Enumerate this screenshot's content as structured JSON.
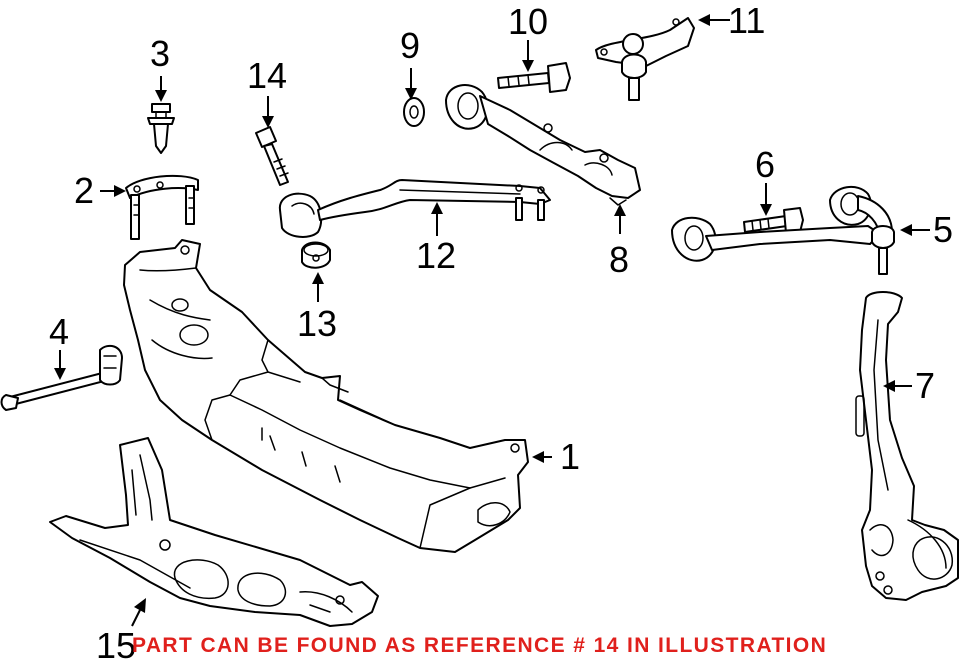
{
  "diagram": {
    "callouts": [
      {
        "id": "1",
        "label": "1",
        "part": "crossmember"
      },
      {
        "id": "2",
        "label": "2",
        "part": "u-bolt-bracket"
      },
      {
        "id": "3",
        "label": "3",
        "part": "push-clip"
      },
      {
        "id": "4",
        "label": "4",
        "part": "tension-strut-rod"
      },
      {
        "id": "5",
        "label": "5",
        "part": "upper-control-arm"
      },
      {
        "id": "6",
        "label": "6",
        "part": "upper-arm-bolt"
      },
      {
        "id": "7",
        "label": "7",
        "part": "steering-knuckle"
      },
      {
        "id": "8",
        "label": "8",
        "part": "lower-control-arm"
      },
      {
        "id": "9",
        "label": "9",
        "part": "washer"
      },
      {
        "id": "10",
        "label": "10",
        "part": "lower-arm-bolt"
      },
      {
        "id": "11",
        "label": "11",
        "part": "ball-joint"
      },
      {
        "id": "12",
        "label": "12",
        "part": "thrust-arm"
      },
      {
        "id": "13",
        "label": "13",
        "part": "bushing"
      },
      {
        "id": "14",
        "label": "14",
        "part": "thrust-arm-bolt"
      },
      {
        "id": "15",
        "label": "15",
        "part": "skid-plate"
      }
    ],
    "notice": "PART CAN BE FOUND AS REFERENCE # 14 IN ILLUSTRATION",
    "colors": {
      "line": "#000000",
      "notice": "#e0201c",
      "background": "#ffffff"
    }
  }
}
